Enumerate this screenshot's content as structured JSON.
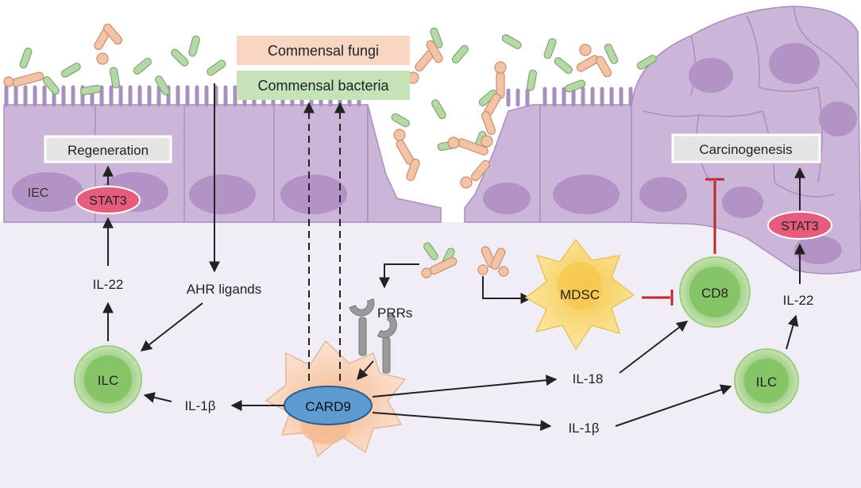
{
  "legend": {
    "fungi": "Commensal fungi",
    "bacteria": "Commensal bacteria"
  },
  "boxes": {
    "regeneration": "Regeneration",
    "carcinogenesis": "Carcinogenesis"
  },
  "cells": {
    "iec": "IEC",
    "stat3_left": "STAT3",
    "stat3_right": "STAT3",
    "ilc_left": "ILC",
    "ilc_right": "ILC",
    "mdsc": "MDSC",
    "cd8": "CD8",
    "card9": "CARD9"
  },
  "labels": {
    "il22_left": "IL-22",
    "il22_right": "IL-22",
    "ahr": "AHR ligands",
    "prrs": "PRRs",
    "il1b_left": "IL-1β",
    "il18": "IL-18",
    "il1b_right": "IL-1β"
  },
  "colors": {
    "lumen_bg": "#ffffff",
    "lamina_bg": "#f1edf6",
    "epithelium": "#cbb6d9",
    "epithelium_dark": "#b9a1c9",
    "nucleus": "#b393c6",
    "fungi": "#f4c3a6",
    "fungi_stroke": "#c98e6f",
    "bacteria": "#b6d7a8",
    "bacteria_stroke": "#7fa86d",
    "ilc": "#a8d38e",
    "stat3": "#e65c7d",
    "mdsc": "#f9dd70",
    "card9": "#5e9bd1",
    "macrophage": "#f9d6c3",
    "inhibit": "#c0282a",
    "arrow": "#222222"
  }
}
